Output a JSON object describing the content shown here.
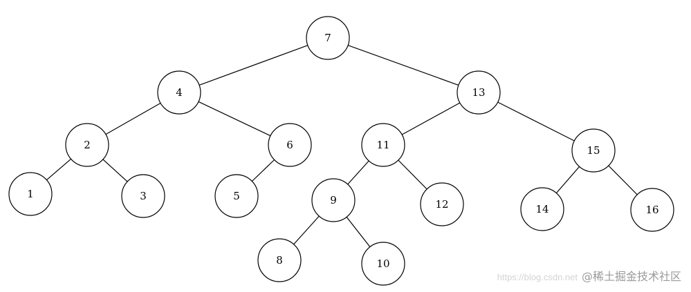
{
  "diagram": {
    "type": "binary-search-tree",
    "nodes": [
      {
        "id": "n7",
        "label": "7"
      },
      {
        "id": "n4",
        "label": "4"
      },
      {
        "id": "n13",
        "label": "13"
      },
      {
        "id": "n2",
        "label": "2"
      },
      {
        "id": "n6",
        "label": "6"
      },
      {
        "id": "n11",
        "label": "11"
      },
      {
        "id": "n15",
        "label": "15"
      },
      {
        "id": "n1",
        "label": "1"
      },
      {
        "id": "n3",
        "label": "3"
      },
      {
        "id": "n5",
        "label": "5"
      },
      {
        "id": "n9",
        "label": "9"
      },
      {
        "id": "n12",
        "label": "12"
      },
      {
        "id": "n14",
        "label": "14"
      },
      {
        "id": "n16",
        "label": "16"
      },
      {
        "id": "n8",
        "label": "8"
      },
      {
        "id": "n10",
        "label": "10"
      }
    ],
    "edges": [
      {
        "from": "n7",
        "to": "n4"
      },
      {
        "from": "n7",
        "to": "n13"
      },
      {
        "from": "n4",
        "to": "n2"
      },
      {
        "from": "n4",
        "to": "n6"
      },
      {
        "from": "n2",
        "to": "n1"
      },
      {
        "from": "n2",
        "to": "n3"
      },
      {
        "from": "n6",
        "to": "n5"
      },
      {
        "from": "n13",
        "to": "n11"
      },
      {
        "from": "n13",
        "to": "n15"
      },
      {
        "from": "n11",
        "to": "n9"
      },
      {
        "from": "n11",
        "to": "n12"
      },
      {
        "from": "n9",
        "to": "n8"
      },
      {
        "from": "n9",
        "to": "n10"
      },
      {
        "from": "n15",
        "to": "n14"
      },
      {
        "from": "n15",
        "to": "n16"
      }
    ]
  },
  "watermark": {
    "url": "https://blog.csdn.net",
    "brand": "@稀土掘金技术社区"
  }
}
